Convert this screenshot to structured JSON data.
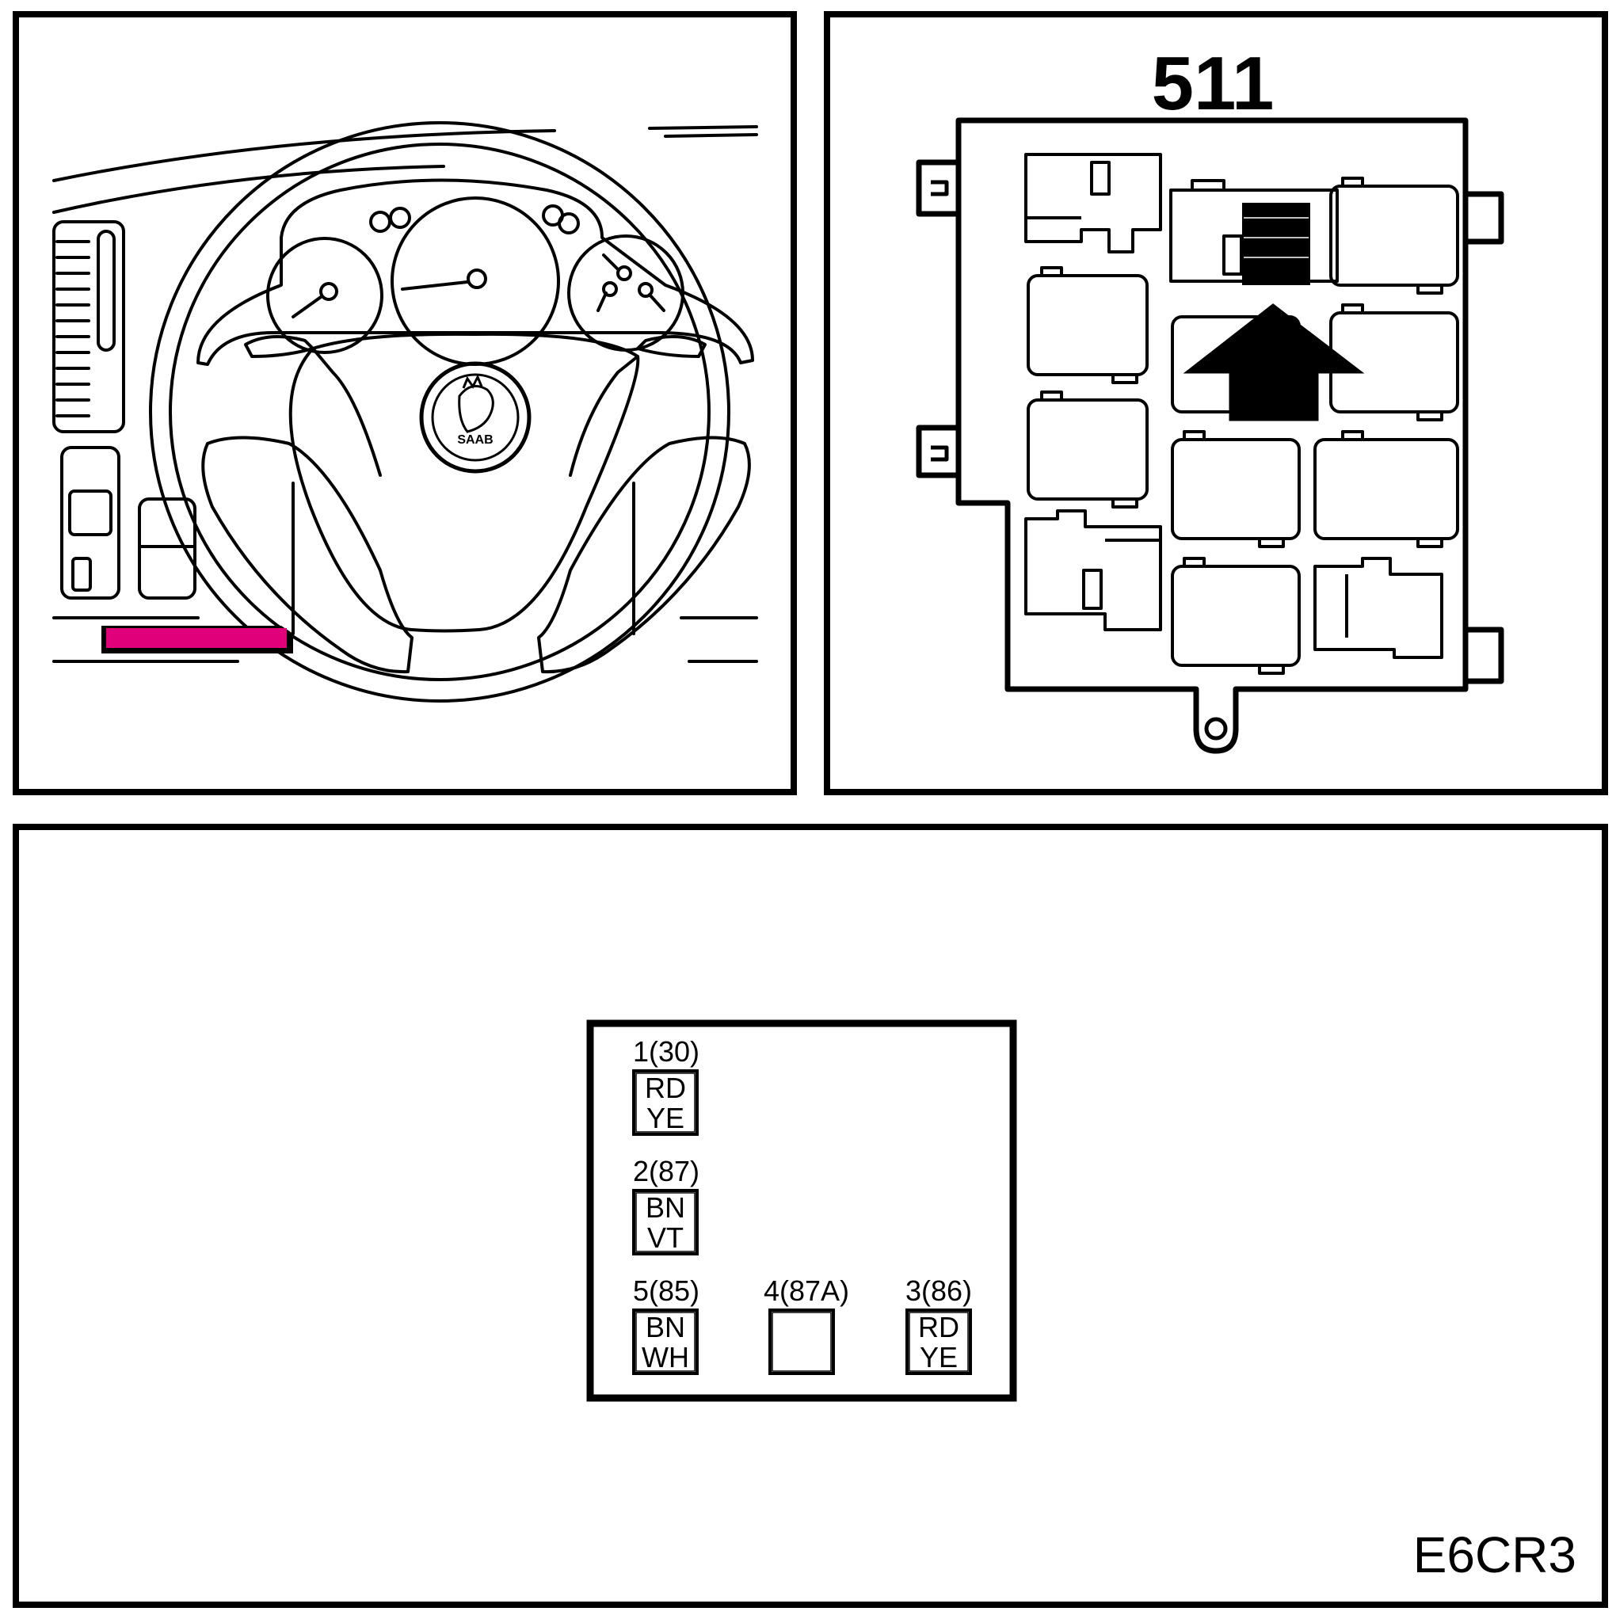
{
  "relay_block_label": "511",
  "diagram_code": "E6CR3",
  "brand_badge": "SAAB",
  "highlight_color": "#e0007a",
  "line_color": "#000000",
  "connector": {
    "pins": [
      {
        "pin": "1(30)",
        "wire_top": "RD",
        "wire_bottom": "YE"
      },
      {
        "pin": "2(87)",
        "wire_top": "BN",
        "wire_bottom": "VT"
      },
      {
        "pin": "5(85)",
        "wire_top": "BN",
        "wire_bottom": "WH"
      },
      {
        "pin": "4(87A)",
        "wire_top": "",
        "wire_bottom": ""
      },
      {
        "pin": "3(86)",
        "wire_top": "RD",
        "wire_bottom": "YE"
      }
    ]
  }
}
